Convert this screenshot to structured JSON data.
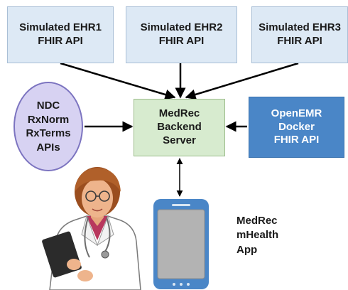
{
  "nodes": {
    "ehr1": {
      "line1": "Simulated EHR1",
      "line2": "FHIR API"
    },
    "ehr2": {
      "line1": "Simulated EHR2",
      "line2": "FHIR API"
    },
    "ehr3": {
      "line1": "Simulated EHR3",
      "line2": "FHIR API"
    },
    "backend": {
      "line1": "MedRec",
      "line2": "Backend",
      "line3": "Server"
    },
    "openemr": {
      "line1": "OpenEMR",
      "line2": "Docker",
      "line3": "FHIR API"
    },
    "apis": {
      "line1": "NDC",
      "line2": "RxNorm",
      "line3": "RxTerms",
      "line4": "APIs"
    },
    "app": {
      "line1": "MedRec",
      "line2": "mHealth",
      "line3": "App"
    }
  },
  "colors": {
    "ehr_fill": "#dde9f5",
    "backend_fill": "#d7ebcf",
    "openemr_fill": "#4a86c7",
    "apis_fill": "#d7d2f2",
    "phone_body": "#4a86c7",
    "phone_screen": "#b3b3b3"
  },
  "icons": [
    "doctor-illustration",
    "smartphone-icon"
  ]
}
